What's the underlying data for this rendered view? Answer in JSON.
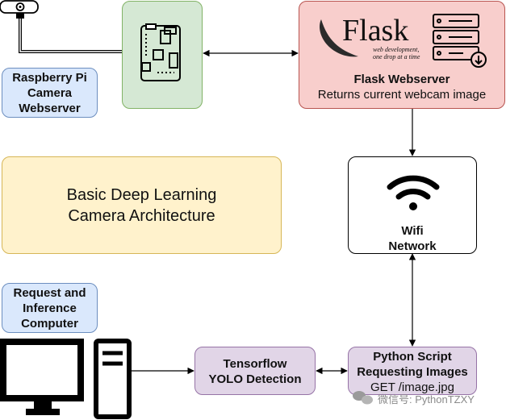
{
  "nodes": {
    "rpi_label": "Raspberry Pi Camera Webserver",
    "flask_logo_text": "Flask",
    "flask_logo_tagline_1": "web development,",
    "flask_logo_tagline_2": "one drop at a time",
    "flask_title": "Flask Webserver",
    "flask_subtitle": "Returns current webcam image",
    "title_line_1": "Basic Deep Learning",
    "title_line_2": "Camera Architecture",
    "wifi_line_1": "Wifi",
    "wifi_line_2": "Network",
    "request_label": "Request and Inference Computer",
    "tf_line_1": "Tensorflow",
    "tf_line_2": "YOLO Detection",
    "py_line_1": "Python Script",
    "py_line_2": "Requesting Images",
    "py_line_3": "GET /image.jpg"
  },
  "watermark": "微信号: PythonTZXY",
  "colors": {
    "blue_fill": "#dae8fc",
    "green_fill": "#d5e8d4",
    "red_fill": "#f8cecc",
    "yellow_fill": "#fff2cc",
    "purple_fill": "#e1d5e7"
  }
}
